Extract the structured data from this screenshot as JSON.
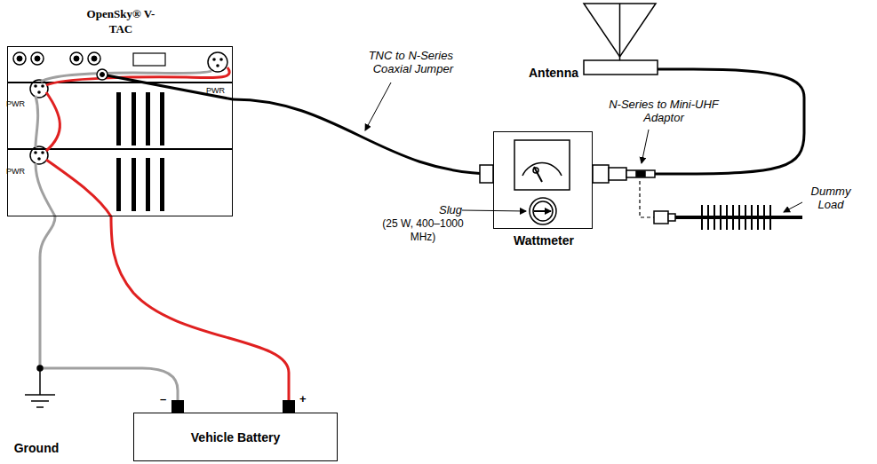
{
  "diagram": {
    "nodes": [
      {
        "text": [
          "OpenSky® V-TAC"
        ]
      },
      {
        "text": [
          "Wattmeter"
        ]
      },
      {
        "text": [
          "Antenna"
        ]
      },
      {
        "text": [
          "Vehicle Battery"
        ]
      }
    ],
    "edges": [
      {
        "from": 0,
        "to": 1,
        "arrow": "none"
      },
      {
        "from": 1,
        "to": 2,
        "arrow": "none"
      },
      {
        "from": 3,
        "to": 0,
        "arrow": "none"
      },
      {
        "from": 3,
        "to": 0,
        "arrow": "none"
      }
    ],
    "labels": [
      "PWR",
      "PWR",
      "PWR",
      "TNC to N-Series Coaxial Jumper",
      "N-Series to Mini-UHF Adaptor",
      "Slug",
      "(25 W, 400–1000 MHz)",
      "Dummy Load",
      "–",
      "+",
      "Ground"
    ]
  }
}
